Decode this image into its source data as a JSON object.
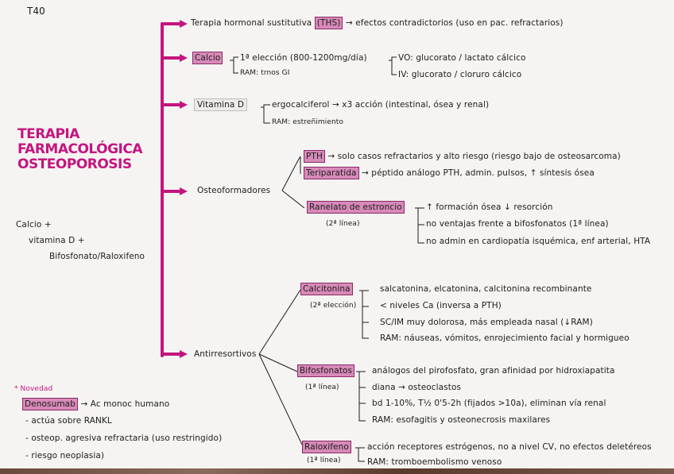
{
  "page": {
    "code": "T40",
    "title_lines": [
      "TERAPIA",
      "FARMACOLÓGICA",
      "OSTEOPOROSIS"
    ],
    "accent_color": "#c4157f",
    "highlight_color": "#d78ab8"
  },
  "combination": {
    "lines": [
      "Calcio +",
      "vitamina D +",
      "Bifosfonato/Raloxifeno"
    ]
  },
  "branches": {
    "ths": {
      "label": "Terapia hormonal sustitutiva",
      "tag": "(THS)",
      "detail": "→ efectos contradictorios (uso en pac. refractarios)"
    },
    "calcio": {
      "label": "Calcio",
      "items": [
        "1ª elección (800-1200mg/día)",
        "RAM: trnos GI"
      ],
      "sub": [
        "VO: glucorato / lactato cálcico",
        "IV: glucorato / cloruro cálcico"
      ]
    },
    "vitamina_d": {
      "label": "Vitamina D",
      "items": [
        "ergocalciferol → x3 acción (intestinal, ósea y renal)",
        "RAM: estreñimiento"
      ]
    },
    "osteoformadores": {
      "label": "Osteoformadores",
      "pth": {
        "label": "PTH",
        "detail": "→ solo casos refractarios y alto riesgo (riesgo bajo de osteosarcoma)"
      },
      "teriparatida": {
        "label": "Teriparatida",
        "detail": "→ péptido análogo PTH, admin. pulsos, ↑ síntesis ósea"
      },
      "ranelato": {
        "label": "Ranelato de estroncio",
        "note": "(2ª línea)",
        "items": [
          "↑ formación ósea ↓ resorción",
          "no ventajas frente a bifosfonatos (1ª línea)",
          "no admin en cardiopatía isquémica, enf arterial, HTA"
        ]
      }
    },
    "antirresortivos": {
      "label": "Antirresortivos",
      "calcitonina": {
        "label": "Calcitonina",
        "note": "(2ª elección)",
        "items": [
          "salcatonina, elcatonina, calcitonina recombinante",
          "< niveles Ca (inversa a PTH)",
          "SC/IM muy dolorosa, más empleada nasal (↓RAM)",
          "RAM: náuseas, vómitos, enrojecimiento facial y hormigueo"
        ]
      },
      "bifosfonatos": {
        "label": "Bifosfonatos",
        "note": "(1ª línea)",
        "items": [
          "análogos del pirofosfato, gran afinidad por hidroxiapatita",
          "diana → osteoclastos",
          "bd 1-10%, T½ 0'5-2h (fijados >10a), eliminan vía renal",
          "RAM: esofagitis y osteonecrosis maxilares"
        ]
      },
      "raloxifeno": {
        "label": "Raloxifeno",
        "note": "(1ª línea)",
        "items": [
          "acción receptores estrógenos, no a nivel CV, no efectos deletéreos",
          "RAM: tromboembolismo venoso"
        ]
      }
    }
  },
  "novedad": {
    "heading": "* Novedad",
    "drug": "Denosumab",
    "drug_detail": "→ Ac monoc humano",
    "items": [
      "- actúa sobre RANKL",
      "- osteop. agresiva refractaria (uso restringido)",
      "- riesgo neoplasia)"
    ]
  }
}
